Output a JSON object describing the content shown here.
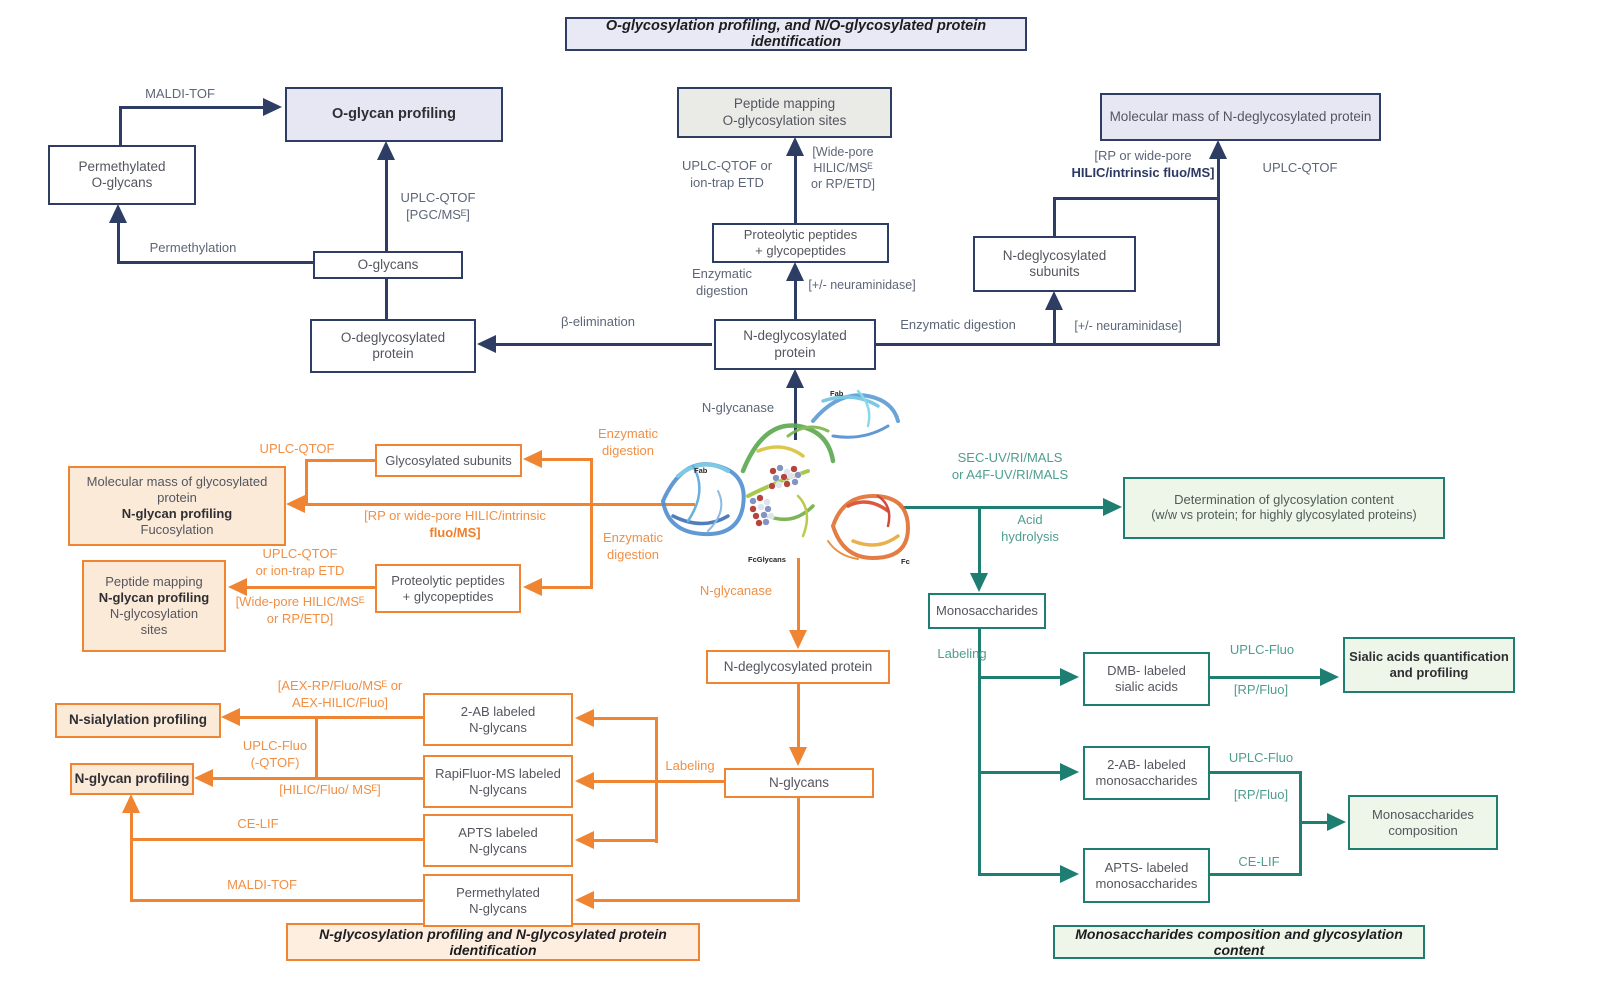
{
  "titles": {
    "top": "O-glycosylation profiling, and N/O-glycosylated protein identification",
    "bottom_left": "N-glycosylation profiling and N-glycosylated protein identification",
    "bottom_right": "Monosaccharides composition and glycosylation content"
  },
  "navy": {
    "boxes": {
      "o_glycan_profiling": "O-glycan profiling",
      "permethylated_o_glycans": [
        "Permethylated",
        "O-glycans"
      ],
      "o_glycans": "O-glycans",
      "o_deglycosylated_protein": [
        "O-deglycosylated",
        "protein"
      ],
      "n_deglycosylated_protein": [
        "N-deglycosylated",
        "protein"
      ],
      "peptide_mapping": [
        "Peptide mapping",
        "O-glycosylation sites"
      ],
      "proteolytic_peptides": [
        "Proteolytic peptides",
        "+ glycopeptides"
      ],
      "n_deglycosylated_subunits": [
        "N-deglycosylated",
        "subunits"
      ],
      "molecular_mass": "Molecular mass of N-deglycosylated protein"
    },
    "labels": {
      "maldi_tof": "MALDI-TOF",
      "uplc_qtof_pgc": [
        "UPLC-QTOF",
        "[PGC/MSᴱ]"
      ],
      "permethylation": "Permethylation",
      "beta_elimination": "β-elimination",
      "enzymatic_digestion": [
        "Enzymatic",
        "digestion"
      ],
      "neuraminidase": "[+/- neuraminidase]",
      "uplc_qtof_iontrap": [
        "UPLC-QTOF or",
        "ion-trap ETD"
      ],
      "wide_pore_hilic": [
        "[Wide-pore",
        "HILIC/MSᴱ",
        "or RP/ETD]"
      ],
      "enzymatic_digestion_right": "Enzymatic digestion",
      "neuraminidase_right": "[+/- neuraminidase]",
      "rp_or_wide_pore": "[RP or wide-pore",
      "rp_or_wide_pore_bold": "HILIC/intrinsic fluo/MS]",
      "uplc_qtof": "UPLC-QTOF",
      "n_glycanase": "N-glycanase"
    }
  },
  "orange": {
    "boxes": {
      "glycosylated_subunits": "Glycosylated subunits",
      "molecular_mass": [
        "Molecular mass of glycosylated",
        "protein",
        "N-glycan profiling",
        "Fucosylation"
      ],
      "peptide_mapping": [
        "Peptide mapping",
        "N-glycan profiling",
        "N-glycosylation",
        "sites"
      ],
      "proteolytic_peptides": [
        "Proteolytic peptides",
        "+ glycopeptides"
      ],
      "n_deglycosylated_protein": "N-deglycosylated protein",
      "n_glycans": "N-glycans",
      "two_ab_labeled": [
        "2-AB labeled",
        "N-glycans"
      ],
      "rapifluor_labeled": [
        "RapiFluor-MS labeled",
        "N-glycans"
      ],
      "apts_labeled": [
        "APTS labeled",
        "N-glycans"
      ],
      "permethylated_n_glycans": [
        "Permethylated",
        "N-glycans"
      ],
      "n_sialylation_profiling": "N-sialylation profiling",
      "n_glycan_profiling": "N-glycan profiling"
    },
    "labels": {
      "uplc_qtof": "UPLC-QTOF",
      "enzymatic_digestion_top": [
        "Enzymatic",
        "digestion"
      ],
      "rp_wide_pore": "[RP or wide-pore HILIC/intrinsic",
      "rp_wide_pore_bold": "fluo/MS]",
      "enzymatic_digestion_mid": [
        "Enzymatic",
        "digestion"
      ],
      "uplc_qtof_iontrap": [
        "UPLC-QTOF",
        "or ion-trap ETD"
      ],
      "wide_pore_hilic": [
        "[Wide-pore HILIC/MSᴱ",
        "or RP/ETD]"
      ],
      "n_glycanase": "N-glycanase",
      "labeling": "Labeling",
      "aex": [
        "[AEX-RP/Fluo/MSᴱ or",
        "AEX-HILIC/Fluo]"
      ],
      "uplc_fluo_qtof": [
        "UPLC-Fluo",
        "(-QTOF)"
      ],
      "hilic_fluo_ms": "[HILIC/Fluo/ MSᴱ]",
      "ce_lif": "CE-LIF",
      "maldi_tof": "MALDI-TOF"
    }
  },
  "teal": {
    "boxes": {
      "determination": [
        "Determination of glycosylation content",
        "(w/w vs protein; for highly glycosylated proteins)"
      ],
      "monosaccharides": "Monosaccharides",
      "dmb_labeled": [
        "DMB- labeled",
        "sialic acids"
      ],
      "sialic_quant": [
        "Sialic acids quantification",
        "and profiling"
      ],
      "two_ab_mono": [
        "2-AB- labeled",
        "monosaccharides"
      ],
      "apts_mono": [
        "APTS- labeled",
        "monosaccharides"
      ],
      "mono_composition": [
        "Monosaccharides",
        "composition"
      ]
    },
    "labels": {
      "sec_uv": [
        "SEC-UV/RI/MALS",
        "or A4F-UV/RI/MALS"
      ],
      "acid_hydrolysis": [
        "Acid",
        "hydrolysis"
      ],
      "labeling": "Labeling",
      "uplc_fluo_sialic": "UPLC-Fluo",
      "rp_fluo_sialic": "[RP/Fluo]",
      "uplc_fluo_mono": "UPLC-Fluo",
      "rp_fluo_mono": "[RP/Fluo]",
      "ce_lif": "CE-LIF"
    }
  },
  "protein": {
    "fab_left": "Fab",
    "fab_top": "Fab",
    "fc_glycans": "FcGlycans",
    "fc": "Fc"
  },
  "colors": {
    "navy": "#2e3d63",
    "orange": "#ef8532",
    "teal": "#1f7e72",
    "lavender_fill": "#e7e7f4",
    "gray_fill": "#eaebe7",
    "peach_fill": "#fcead9",
    "green_fill": "#eef5e9"
  }
}
